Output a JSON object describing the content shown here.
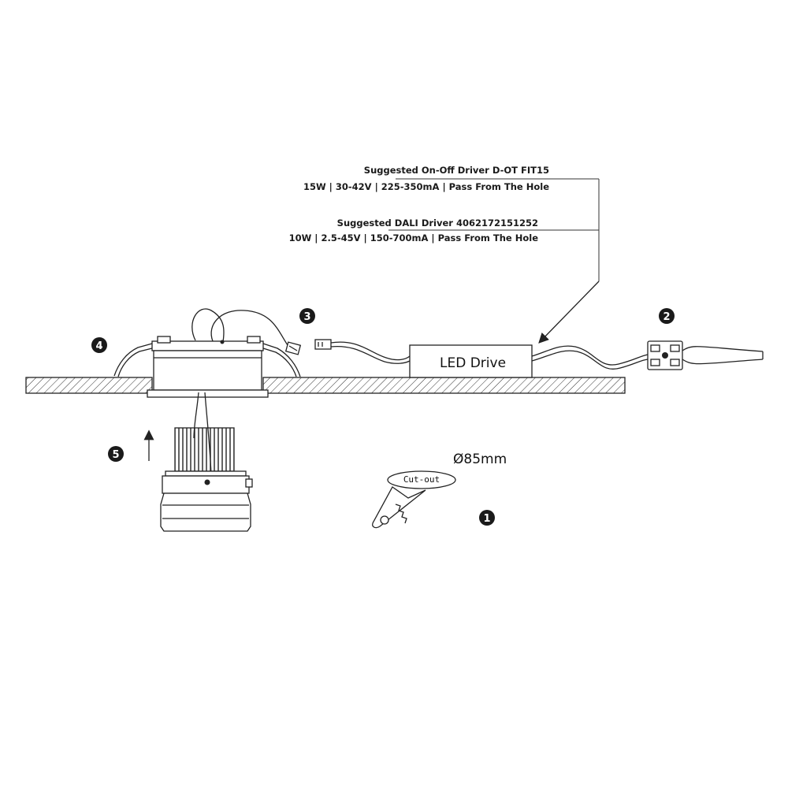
{
  "drivers": [
    {
      "name": "Suggested On-Off Driver D-OT FIT15",
      "specs": "15W | 30-42V | 225-350mA | Pass From The Hole"
    },
    {
      "name": "Suggested DALI Driver 4062172151252",
      "specs": "10W | 2.5-45V | 150-700mA | Pass From The Hole"
    }
  ],
  "led_driver_label": "LED Drive",
  "cutout": {
    "diameter": "Ø85mm",
    "label": "Cut-out"
  },
  "steps": [
    "1",
    "2",
    "3",
    "4",
    "5"
  ],
  "colors": {
    "line": "#222222",
    "badge": "#1a1a1a",
    "background": "#ffffff"
  }
}
